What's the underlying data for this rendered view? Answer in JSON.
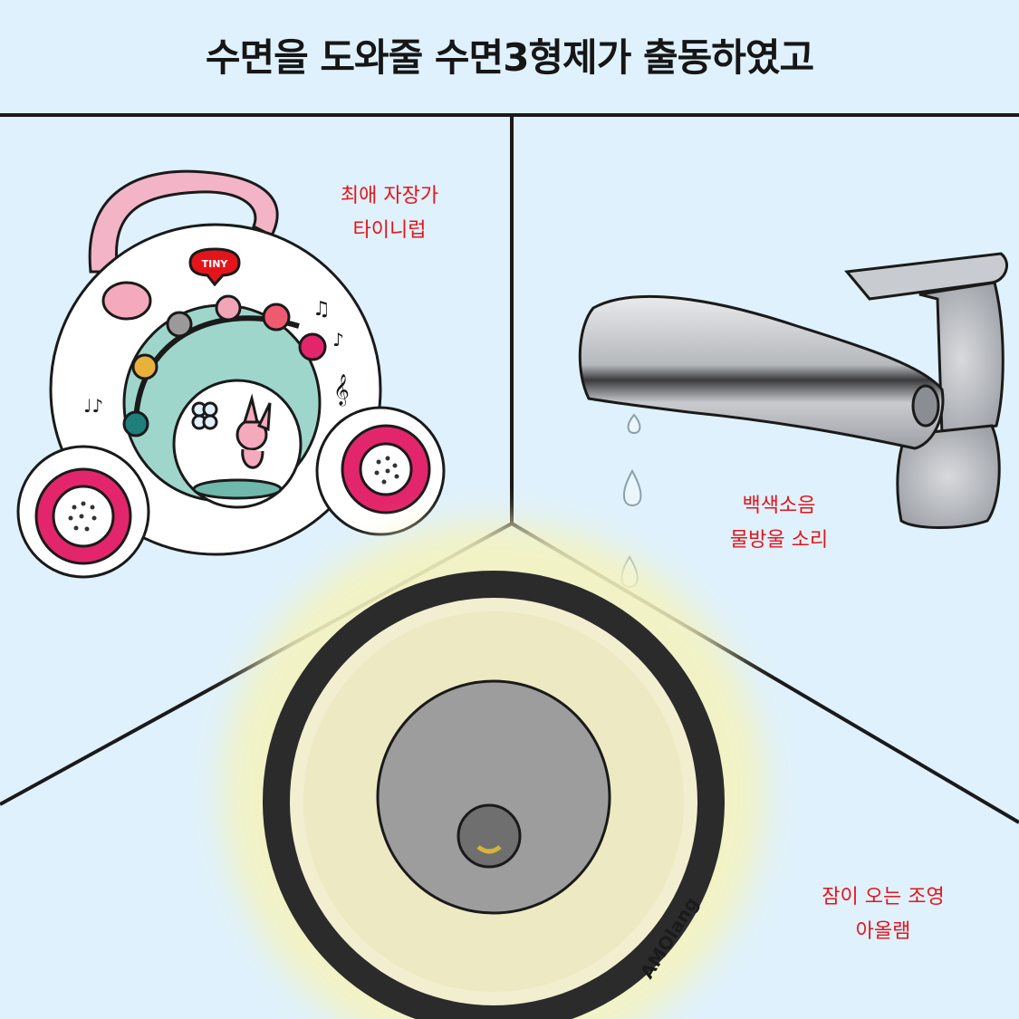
{
  "title": "수면을 도와줄 수면3형제가 출동하였고",
  "panels": [
    {
      "line1": "최애 자장가",
      "line2": "타이니럽"
    },
    {
      "line1": "백색소음",
      "line2": "물방울 소리"
    },
    {
      "line1": "잠이 오는 조영",
      "line2": "아올램"
    }
  ],
  "toy_badge": "TINY",
  "lamp_brand": "AMOlang",
  "colors": {
    "background": "#dff1fc",
    "caption": "#e3151b",
    "title": "#161616",
    "toy_pink": "#e3256b",
    "toy_teal": "#9fd6cc",
    "lamp_glow": "#f4f3c0"
  }
}
